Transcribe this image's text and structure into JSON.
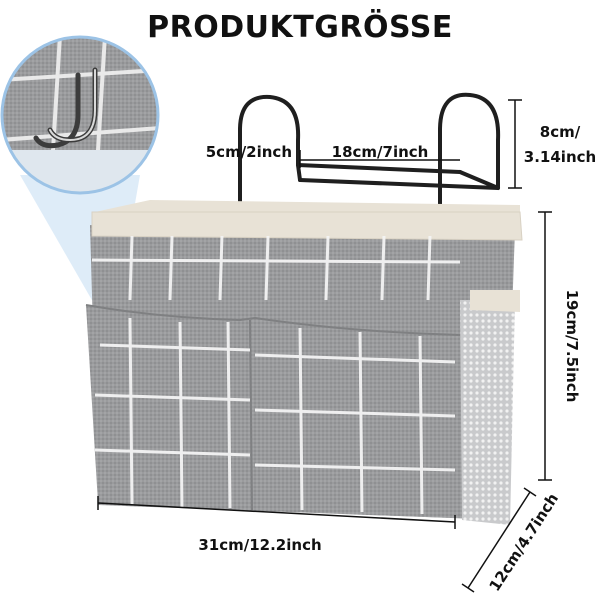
{
  "title": "PRODUKTGRÖSSE",
  "dimensions": {
    "depth_top": "5cm/2inch",
    "frame_width": "18cm/7inch",
    "hook_height": "8cm/\n3.14inch",
    "basket_height": "19cm/7.5inch",
    "basket_width": "31cm/12.2inch",
    "basket_depth": "12cm/4.7inch"
  },
  "colors": {
    "fabric": "#9a9b9d",
    "fabric_dark": "#8b8c8e",
    "grid_line": "#f4f4f4",
    "trim": "#e8e2d6",
    "mesh": "#c9cacc",
    "frame": "#1f1f1f",
    "inset_ring": "#9cc3e6"
  },
  "icons": {
    "hook_detail": "hook-detail-icon",
    "frame": "metal-frame-icon"
  }
}
